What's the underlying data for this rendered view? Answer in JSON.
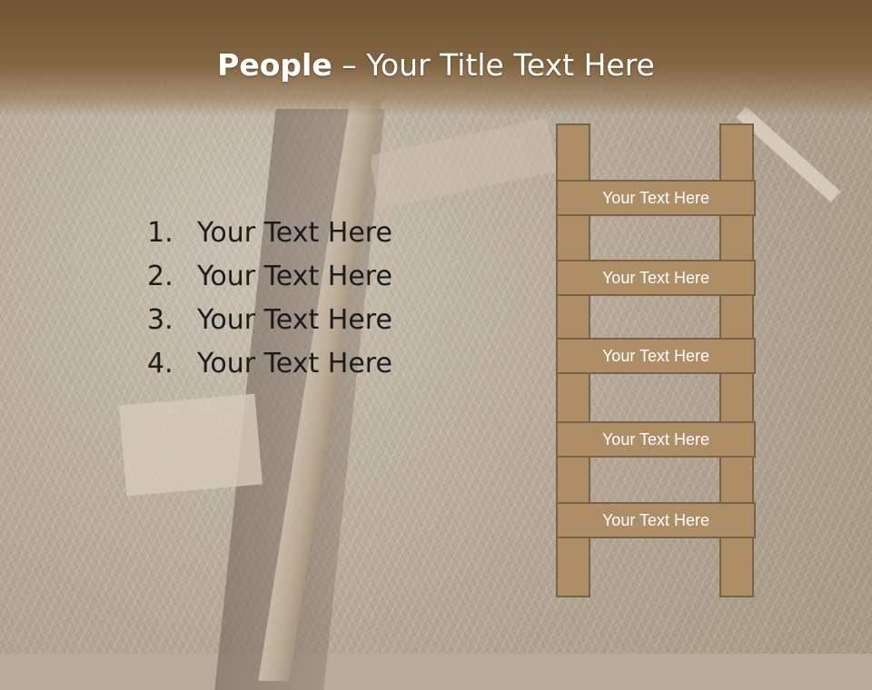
{
  "slide": {
    "title_bold": "People",
    "title_rest": " – Your Title Text Here",
    "list": [
      {
        "number": "1.",
        "text": "Your Text Here"
      },
      {
        "number": "2.",
        "text": "Your Text Here"
      },
      {
        "number": "3.",
        "text": "Your Text Here"
      },
      {
        "number": "4.",
        "text": "Your Text Here"
      }
    ],
    "ladder_rungs": [
      "Your Text Here",
      "Your Text Here",
      "Your Text Here",
      "Your Text Here",
      "Your Text Here"
    ]
  },
  "colors": {
    "header_brown": "#7a5f3c",
    "ladder_wood": "#ad8e67",
    "ladder_border": "#7a6246",
    "list_text": "#1c1c1c",
    "title_text": "#ffffff"
  }
}
